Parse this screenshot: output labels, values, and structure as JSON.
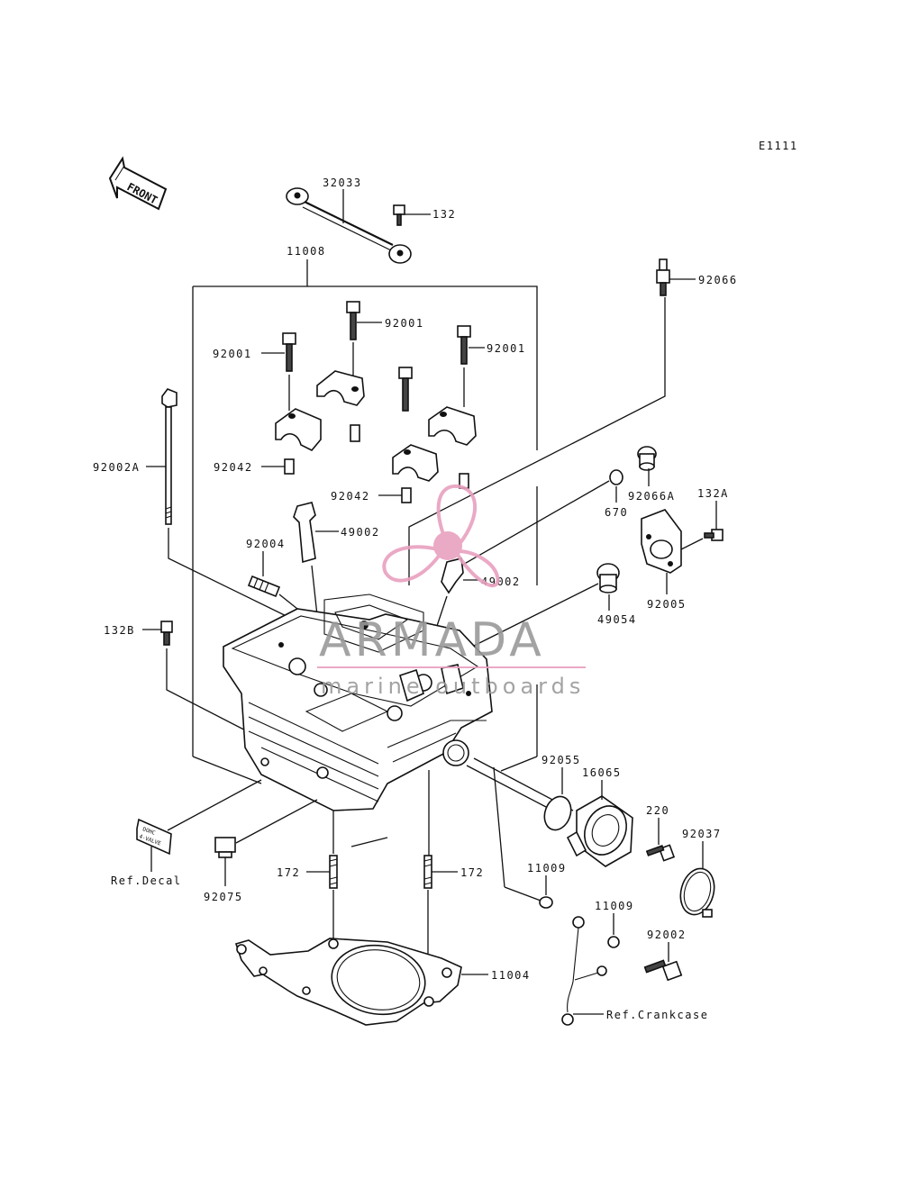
{
  "diagram": {
    "ref_code": "E1111",
    "front_arrow_text": "FRONT",
    "decal_text": [
      "DOHC",
      "4-VALVE"
    ],
    "watermark": {
      "brand": "ARMADA",
      "tagline": "marine outboards",
      "colors": {
        "text": "#9a9a9a",
        "propeller": "#e8a0bf"
      }
    },
    "labels": {
      "p32033": "32033",
      "p132": "132",
      "p11008": "11008",
      "p92066": "92066",
      "p92001_center": "92001",
      "p92001_left": "92001",
      "p92001_right": "92001",
      "p92002a": "92002A",
      "p92042_left": "92042",
      "p92042_center": "92042",
      "p92066a": "92066A",
      "p132a": "132A",
      "p670": "670",
      "p49002_upper": "49002",
      "p92004": "92004",
      "p49002_lower": "49002",
      "p92005": "92005",
      "p49054": "49054",
      "p132b": "132B",
      "p92055": "92055",
      "p16065": "16065",
      "p220": "220",
      "p92037": "92037",
      "ref_decal": "Ref.Decal",
      "p172_left": "172",
      "p172_right": "172",
      "p11009_left": "11009",
      "p11009_right": "11009",
      "p92075": "92075",
      "p92002": "92002",
      "p11004": "11004",
      "ref_crankcase": "Ref.Crankcase"
    }
  }
}
